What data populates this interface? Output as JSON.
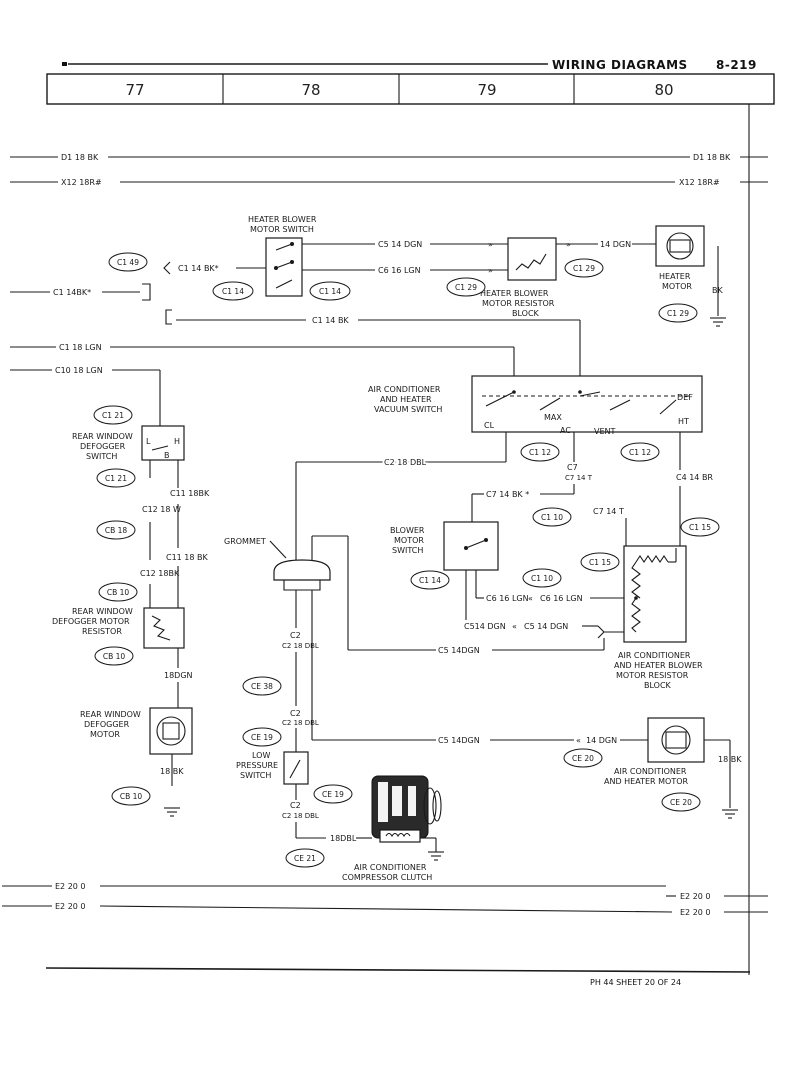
{
  "header": {
    "title": "WIRING DIAGRAMS",
    "page_number": "8-219",
    "columns": [
      "77",
      "78",
      "79",
      "80"
    ]
  },
  "wires": {
    "d1_left": "D1 18 BK",
    "d1_right": "D1 18 BK",
    "x12_left": "X12 18R#",
    "x12_right": "X12 18R#",
    "c5_top": "C5 14 DGN",
    "c6_top": "C6 16 LGN",
    "dgn_right": "14 DGN",
    "bk_motor": "BK",
    "c1_14bk_star": "C1 14 BK*",
    "c1_14bk_left": "C1 14BK*",
    "c1_14bk_mid": "C1 14 BK",
    "c1_18lgn": "C1 18 LGN",
    "c10_18lgn": "C10 18 LGN",
    "c2_18dbl": "C2 18 DBL",
    "c7_14bk": "C7 14 BK *",
    "c7_14t_a": "C7 14 T",
    "c7_14t_b": "C7 14 T",
    "c4_14br": "C4 14 BR",
    "c11_18bk_a": "C11 18BK",
    "c11_18bk_b": "C11 18 BK",
    "c12_18w": "C12 18 W",
    "c12_18bk": "C12 18BK",
    "dgn_18": "18DGN",
    "bk_18": "18 BK",
    "c6_16lgn_a": "C6 16 LGN",
    "c6_16lgn_b": "C6 16 LGN",
    "c514_dgn": "C514 DGN",
    "c5_14dgn_mid": "C5 14 DGN",
    "c5_14dgn_low": "C5 14DGN",
    "c2_18dbl_a": "C2 18 DBL",
    "c2_18dbl_b": "C2 18 DBL",
    "c2_18dbl_c": "C2 18 DBL",
    "c5_14dgn_bottom": "C5 14DGN",
    "dgn14_bottom": "14 DGN",
    "bk18_right": "18 BK",
    "dbl18": "18DBL",
    "e2_left_a": "E2 20 0",
    "e2_left_b": "E2 20 0",
    "e2_right_a": "E2 20 0",
    "e2_right_b": "E2 20 0"
  },
  "connectors": {
    "c1_49": "C1 49",
    "c1_14_a": "C1 14",
    "c1_14_b": "C1 14",
    "c1_29_a": "C1 29",
    "c1_29_b": "C1 29",
    "c1_29_c": "C1 29",
    "c1_21_a": "C1 21",
    "c1_21_b": "C1 21",
    "cb_18": "CB 18",
    "cb_10_a": "CB 10",
    "cb_10_b": "CB 10",
    "cb_10_c": "CB 10",
    "c1_12_a": "C1 12",
    "c1_12_b": "C1 12",
    "c1_10_a": "C1 10",
    "c1_10_b": "C1 10",
    "c1_15_a": "C1 15",
    "c1_15_b": "C1 15",
    "c1_14_c": "C1 14",
    "ce_38": "CE 38",
    "ce_19_a": "CE 19",
    "ce_19_b": "CE 19",
    "ce_21": "CE 21",
    "ce_20_a": "CE 20",
    "ce_20_b": "CE 20"
  },
  "components": {
    "heater_blower_switch": [
      "HEATER BLOWER",
      "MOTOR SWITCH"
    ],
    "heater_blower_resistor": [
      "HEATER BLOWER",
      "MOTOR RESISTOR",
      "BLOCK"
    ],
    "heater_motor": [
      "HEATER",
      "MOTOR"
    ],
    "ac_vacuum_switch": [
      "AIR CONDITIONER",
      "AND HEATER",
      "VACUUM SWITCH"
    ],
    "switch_positions": {
      "def": "DEF",
      "ht": "HT",
      "cl": "CL",
      "max": "MAX",
      "ac": "AC",
      "vent": "VENT"
    },
    "rear_defogger_switch": [
      "REAR WINDOW",
      "DEFOGGER",
      "SWITCH"
    ],
    "switch_terminals": {
      "l": "L",
      "h": "H",
      "b": "B"
    },
    "rear_defogger_resistor": [
      "REAR WINDOW",
      "DEFOGGER MOTOR",
      "RESISTOR"
    ],
    "rear_defogger_motor": [
      "REAR WINDOW",
      "DEFOGGER",
      "MOTOR"
    ],
    "grommet": "GROMMET",
    "blower_motor_switch": [
      "BLOWER",
      "MOTOR",
      "SWITCH"
    ],
    "ac_blower_resistor": [
      "AIR CONDITIONER",
      "AND HEATER BLOWER",
      "MOTOR RESISTOR",
      "BLOCK"
    ],
    "low_pressure_switch": [
      "LOW",
      "PRESSURE",
      "SWITCH"
    ],
    "ac_heater_motor": [
      "AIR CONDITIONER",
      "AND HEATER MOTOR"
    ],
    "compressor_clutch": [
      "AIR CONDITIONER",
      "COMPRESSOR CLUTCH"
    ]
  },
  "footer": {
    "sheet": "PH 44   SHEET  20 OF 24"
  }
}
